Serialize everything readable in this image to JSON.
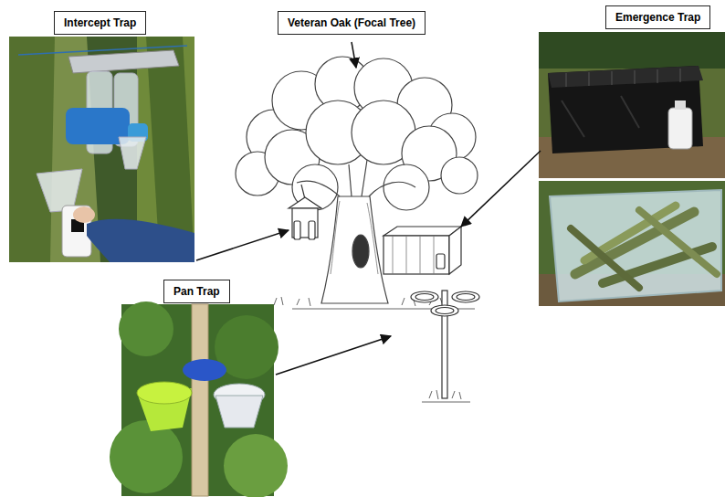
{
  "diagram": {
    "nodes": [
      {
        "text": [
          "Intercept Trap"
        ]
      },
      {
        "text": [
          "Veteran Oak (Focal Tree)"
        ]
      },
      {
        "text": [
          "Emergence Trap"
        ]
      },
      {
        "text": [
          "Pan Trap"
        ]
      }
    ]
  }
}
